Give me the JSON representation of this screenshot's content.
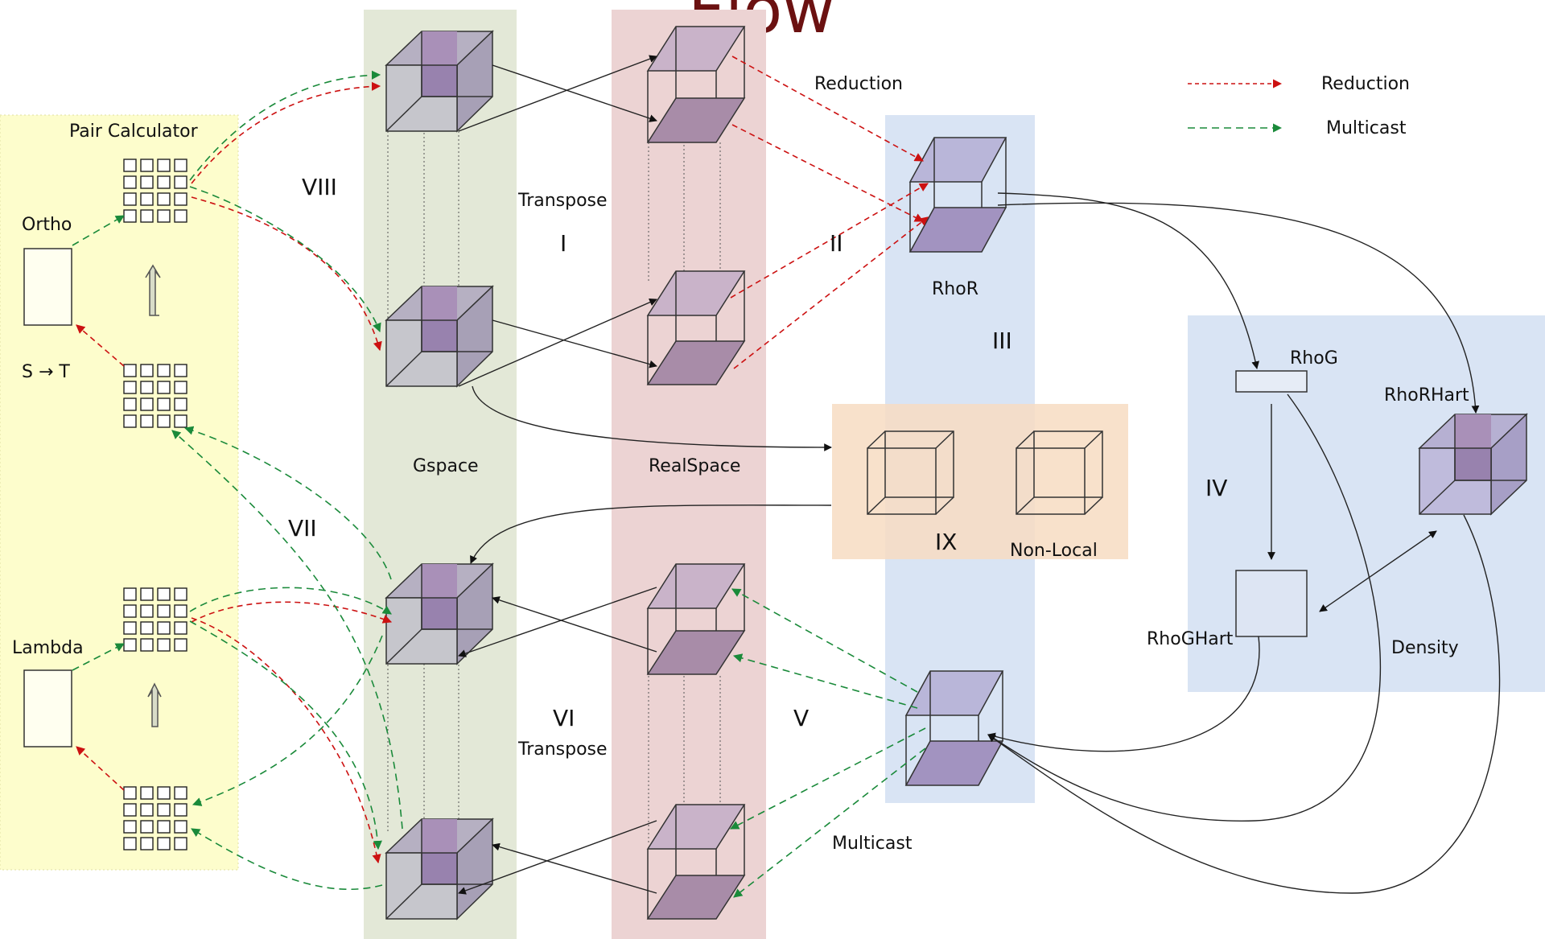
{
  "title_fragment": "Flow",
  "legend": {
    "reduction": "Reduction",
    "multicast": "Multicast"
  },
  "colors": {
    "reduction": "#cc1111",
    "multicast": "#1a8a3a",
    "gspace_band": "#e3e8d7",
    "realspace_band": "#ecd3d3",
    "rho_band": "#d9e4f4",
    "pair_band": "#fdfdcc",
    "nonlocal_band": "#f7dcc2",
    "cube_purple": "#a990b8",
    "cube_grey": "#c6c6cc"
  },
  "labels": {
    "pair_calculator": "Pair Calculator",
    "ortho": "Ortho",
    "s_to_t": "S → T",
    "lambda": "Lambda",
    "gspace": "Gspace",
    "realspace": "RealSpace",
    "transpose_top": "Transpose",
    "transpose_bottom": "Transpose",
    "reduction": "Reduction",
    "multicast": "Multicast",
    "rhor": "RhoR",
    "rhog": "RhoG",
    "rhorhart": "RhoRHart",
    "rhoghart": "RhoGHart",
    "density": "Density",
    "non_local": "Non-Local"
  },
  "phases": {
    "i": "I",
    "ii": "II",
    "iii": "III",
    "iv": "IV",
    "v": "V",
    "vi": "VI",
    "vii": "VII",
    "viii": "VIII",
    "ix": "IX"
  }
}
